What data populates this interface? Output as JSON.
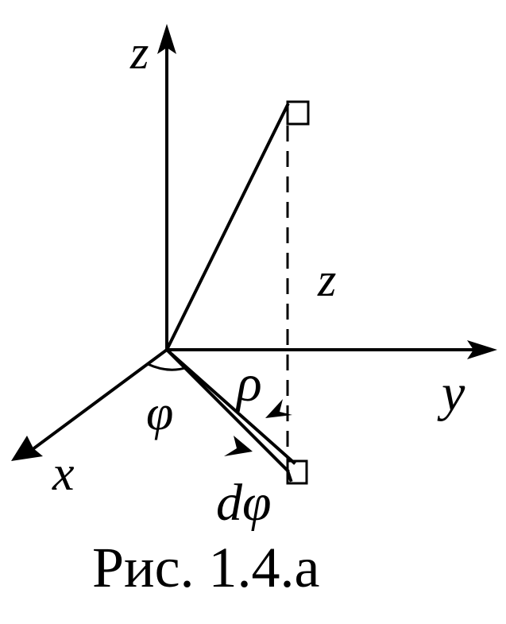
{
  "labels": {
    "z_axis": "z",
    "z_height": "z",
    "y_axis": "y",
    "x_axis": "x",
    "rho": "ρ",
    "phi": "φ",
    "dphi": "dφ"
  },
  "caption": "Рис. 1.4.а",
  "colors": {
    "ink": "#000000",
    "background": "#ffffff"
  }
}
